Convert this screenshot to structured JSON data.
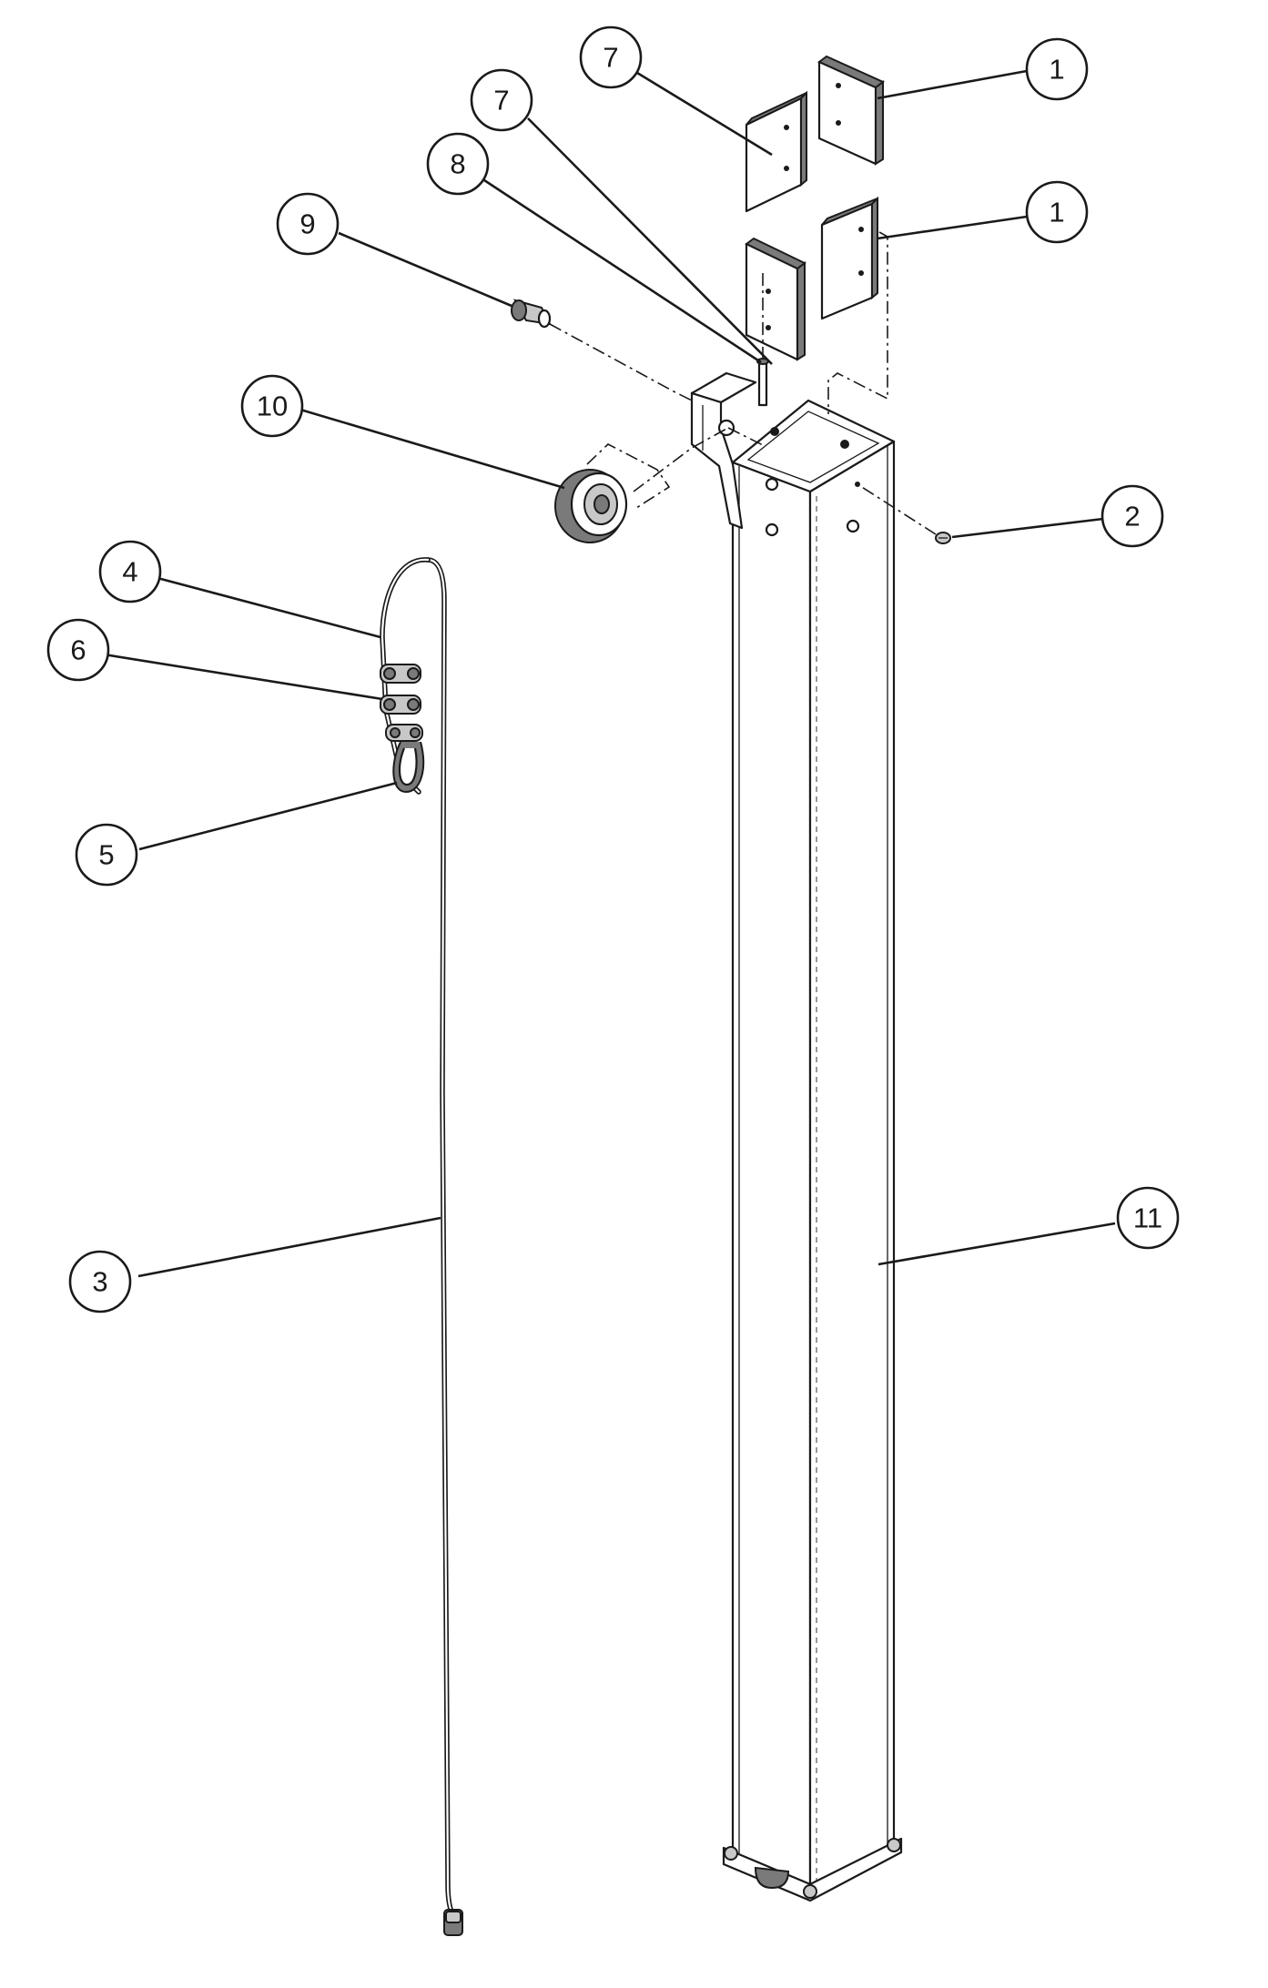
{
  "callouts": [
    {
      "id": "c-7-top",
      "label": "7"
    },
    {
      "id": "c-1-top",
      "label": "1"
    },
    {
      "id": "c-7-mid",
      "label": "7"
    },
    {
      "id": "c-8",
      "label": "8"
    },
    {
      "id": "c-1-mid",
      "label": "1"
    },
    {
      "id": "c-9",
      "label": "9"
    },
    {
      "id": "c-10",
      "label": "10"
    },
    {
      "id": "c-2",
      "label": "2"
    },
    {
      "id": "c-4",
      "label": "4"
    },
    {
      "id": "c-6",
      "label": "6"
    },
    {
      "id": "c-5",
      "label": "5"
    },
    {
      "id": "c-3",
      "label": "3"
    },
    {
      "id": "c-11",
      "label": "11"
    }
  ],
  "parts": [
    {
      "callout": "1",
      "name": "slide-pad"
    },
    {
      "callout": "2",
      "name": "screw"
    },
    {
      "callout": "3",
      "name": "cable"
    },
    {
      "callout": "4",
      "name": "cable-loop"
    },
    {
      "callout": "5",
      "name": "thimble"
    },
    {
      "callout": "6",
      "name": "wire-rope-clips"
    },
    {
      "callout": "7",
      "name": "slide-pad"
    },
    {
      "callout": "8",
      "name": "bolt"
    },
    {
      "callout": "9",
      "name": "pulley-pin"
    },
    {
      "callout": "10",
      "name": "sheave"
    },
    {
      "callout": "11",
      "name": "column"
    }
  ],
  "colors": {
    "ink": "#1a1a1a",
    "paper": "#ffffff",
    "shade": "#7a7a7a"
  }
}
